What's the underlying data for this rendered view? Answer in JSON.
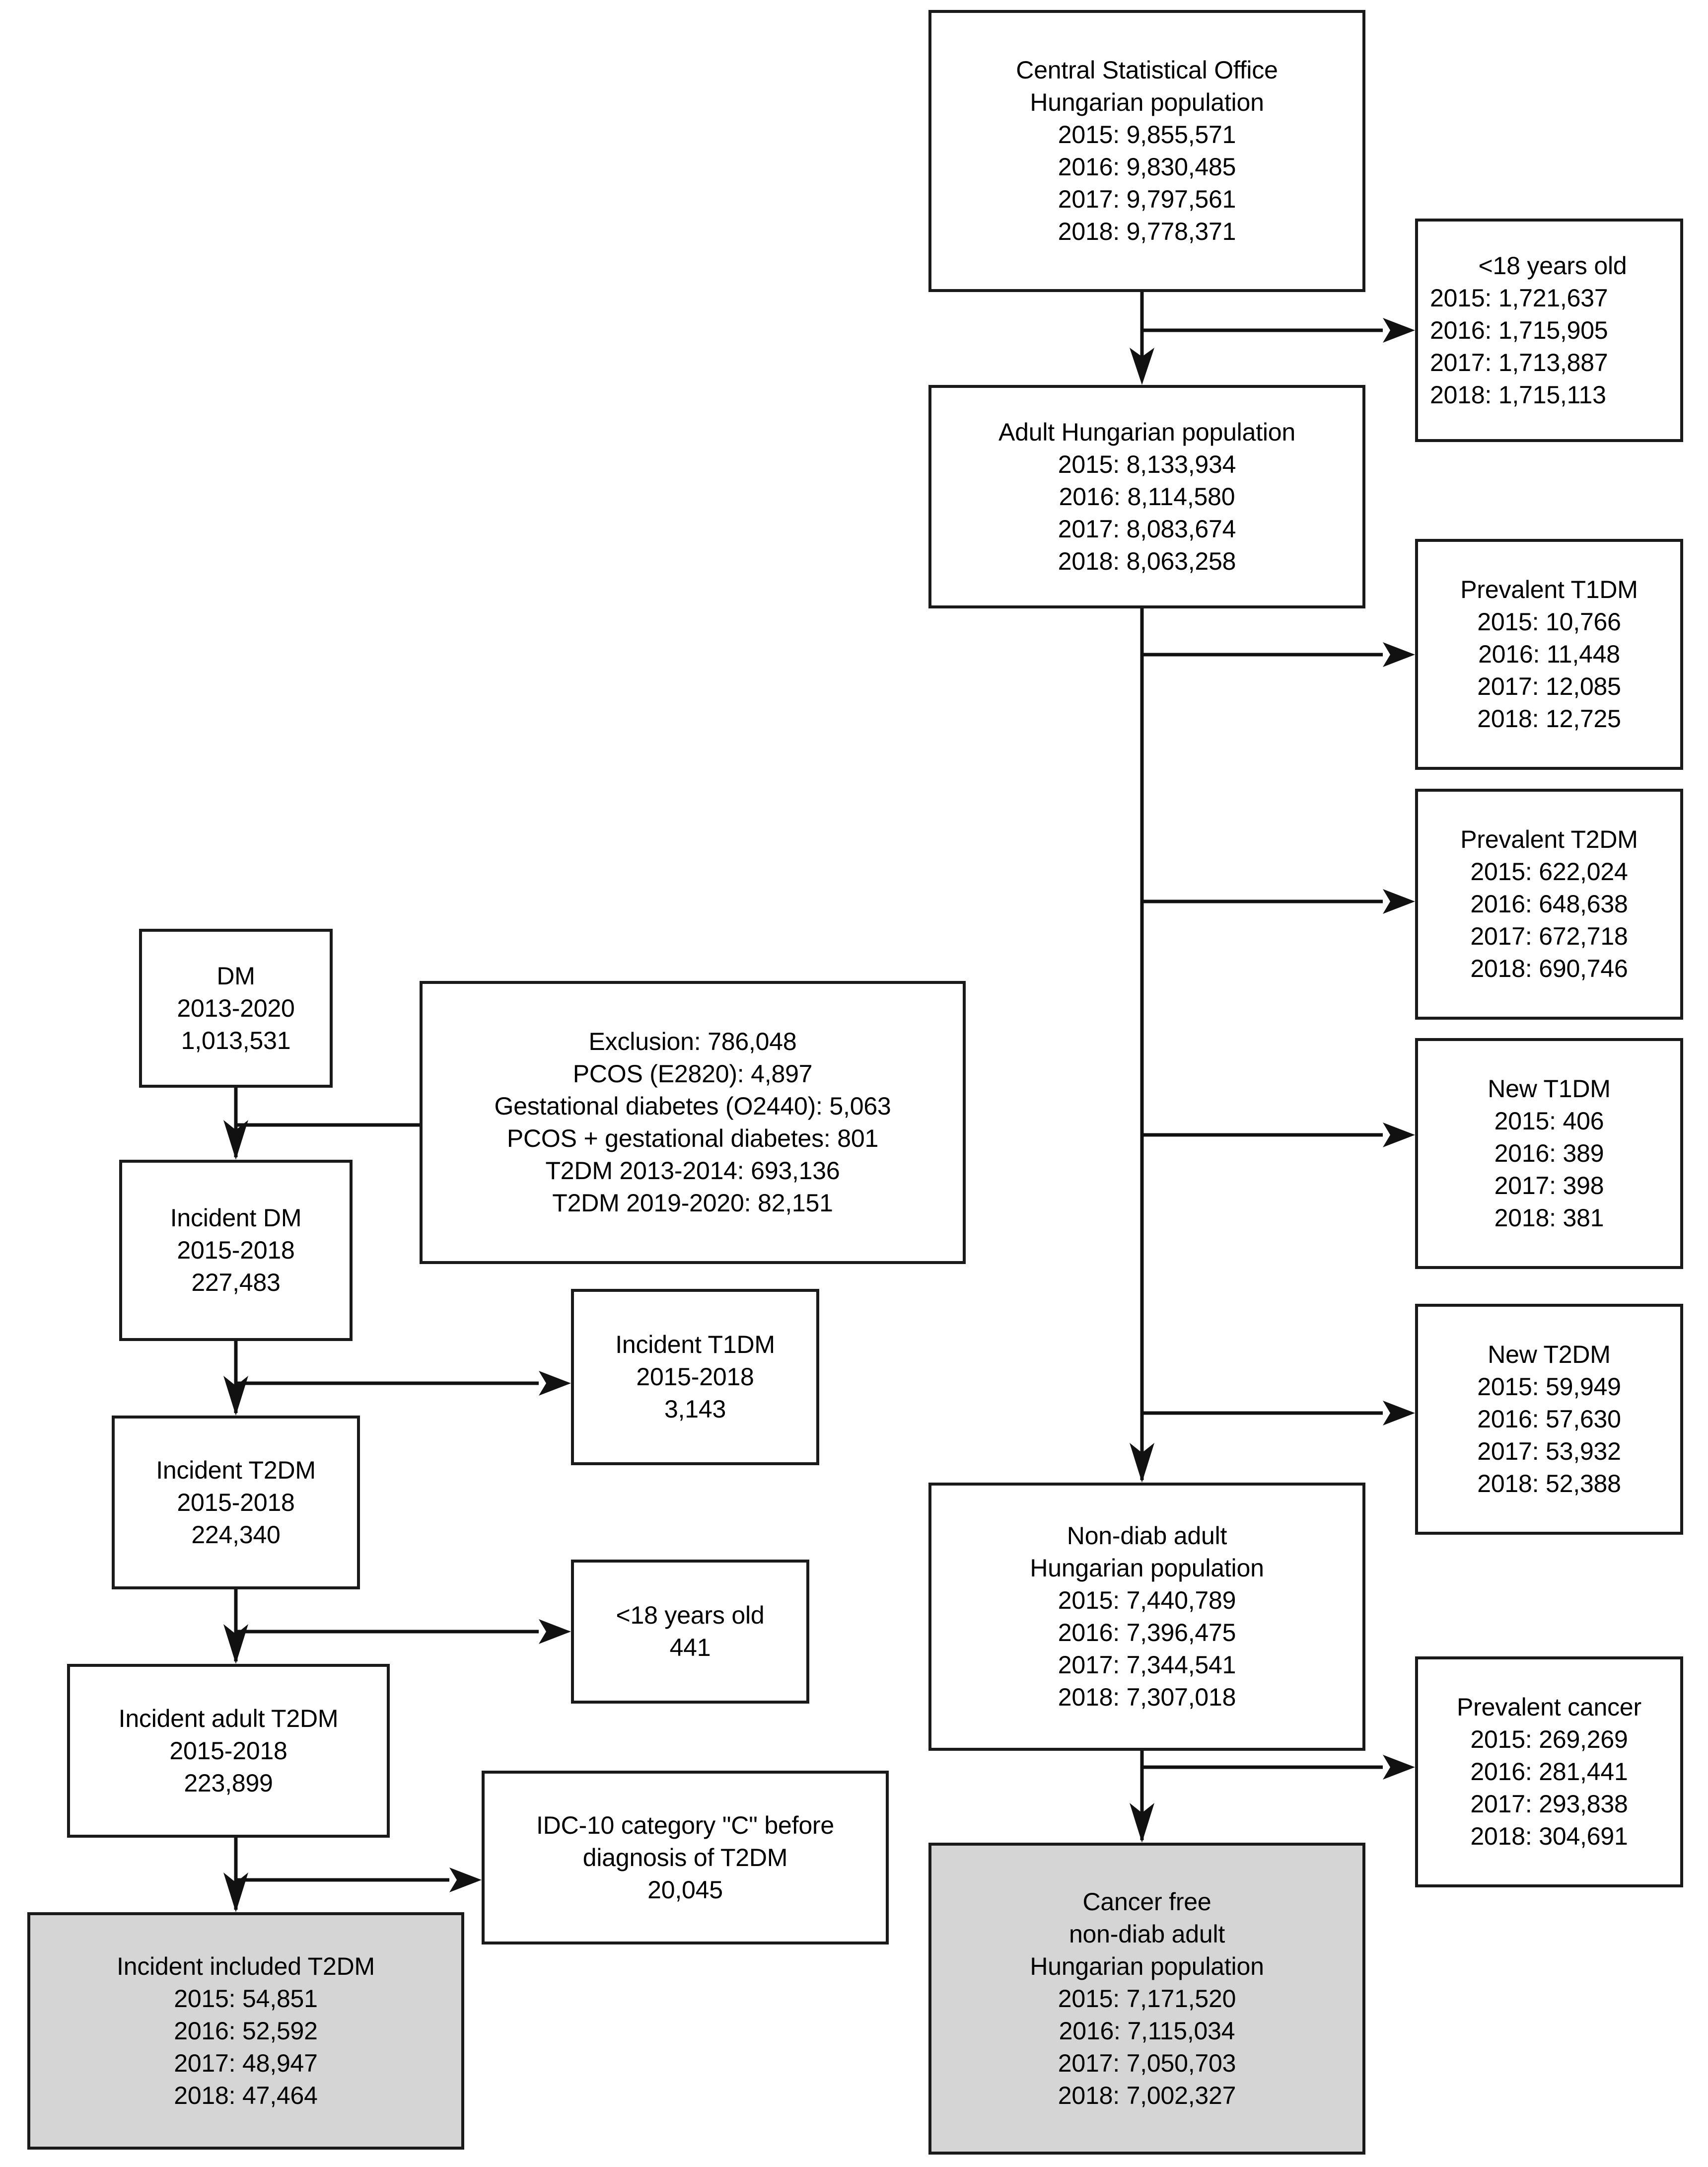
{
  "figure": {
    "type": "flowchart",
    "title": "Study population selection flow diagram",
    "shaded_color": "#d5d5d5",
    "line_color": "#111111"
  },
  "nodes": {
    "central_statistical_office": {
      "title_1": "Central Statistical Office",
      "title_2": "Hungarian population",
      "y2015": "2015: 9,855,571",
      "y2016": "2016: 9,830,485",
      "y2017": "2017: 9,797,561",
      "y2018": "2018: 9,778,371"
    },
    "under18_top": {
      "title_1": "<18 years old",
      "y2015": "2015: 1,721,637",
      "y2016": "2016: 1,715,905",
      "y2017": "2017: 1,713,887",
      "y2018": "2018: 1,715,113"
    },
    "adult_hungarian_population": {
      "title_1": "Adult Hungarian population",
      "y2015": "2015: 8,133,934",
      "y2016": "2016: 8,114,580",
      "y2017": "2017: 8,083,674",
      "y2018": "2018: 8,063,258"
    },
    "prevalent_t1dm": {
      "title_1": "Prevalent T1DM",
      "y2015": "2015: 10,766",
      "y2016": "2016: 11,448",
      "y2017": "2017: 12,085",
      "y2018": "2018: 12,725"
    },
    "prevalent_t2dm": {
      "title_1": "Prevalent T2DM",
      "y2015": "2015: 622,024",
      "y2016": "2016: 648,638",
      "y2017": "2017: 672,718",
      "y2018": "2018: 690,746"
    },
    "new_t1dm": {
      "title_1": "New T1DM",
      "y2015": "2015: 406",
      "y2016": "2016: 389",
      "y2017": "2017: 398",
      "y2018": "2018: 381"
    },
    "new_t2dm": {
      "title_1": "New T2DM",
      "y2015": "2015: 59,949",
      "y2016": "2016: 57,630",
      "y2017": "2017: 53,932",
      "y2018": "2018: 52,388"
    },
    "non_diab_adult": {
      "title_1": "Non-diab adult",
      "title_2": "Hungarian population",
      "y2015": "2015: 7,440,789",
      "y2016": "2016: 7,396,475",
      "y2017": "2017: 7,344,541",
      "y2018": "2018: 7,307,018"
    },
    "prevalent_cancer": {
      "title_1": "Prevalent cancer",
      "y2015": "2015: 269,269",
      "y2016": "2016: 281,441",
      "y2017": "2017: 293,838",
      "y2018": "2018: 304,691"
    },
    "cancer_free_non_diab": {
      "title_1": "Cancer free",
      "title_2": "non-diab adult",
      "title_3": "Hungarian population",
      "y2015": "2015: 7,171,520",
      "y2016": "2016: 7,115,034",
      "y2017": "2017: 7,050,703",
      "y2018": "2018: 7,002,327"
    },
    "dm": {
      "title_1": "DM",
      "line_2": "2013-2020",
      "line_3": "1,013,531"
    },
    "exclusion": {
      "line_1": "Exclusion: 786,048",
      "line_2": "PCOS (E2820): 4,897",
      "line_3": "Gestational diabetes (O2440): 5,063",
      "line_4": "PCOS + gestational diabetes: 801",
      "line_5": "T2DM 2013-2014: 693,136",
      "line_6": "T2DM 2019-2020: 82,151"
    },
    "incident_dm": {
      "title_1": "Incident DM",
      "line_2": "2015-2018",
      "line_3": "227,483"
    },
    "incident_t1dm": {
      "title_1": "Incident T1DM",
      "line_2": "2015-2018",
      "line_3": "3,143"
    },
    "incident_t2dm": {
      "title_1": "Incident T2DM",
      "line_2": "2015-2018",
      "line_3": "224,340"
    },
    "under18_left": {
      "title_1": "<18 years old",
      "line_2": "441"
    },
    "incident_adult_t2dm": {
      "title_1": "Incident adult T2DM",
      "line_2": "2015-2018",
      "line_3": "223,899"
    },
    "idc10_category_c": {
      "line_1": "IDC-10 category \"C\" before",
      "line_2": "diagnosis of T2DM",
      "line_3": "20,045"
    },
    "incident_included_t2dm": {
      "title_1": "Incident included T2DM",
      "y2015": "2015: 54,851",
      "y2016": "2016: 52,592",
      "y2017": "2017: 48,947",
      "y2018": "2018: 47,464"
    }
  }
}
